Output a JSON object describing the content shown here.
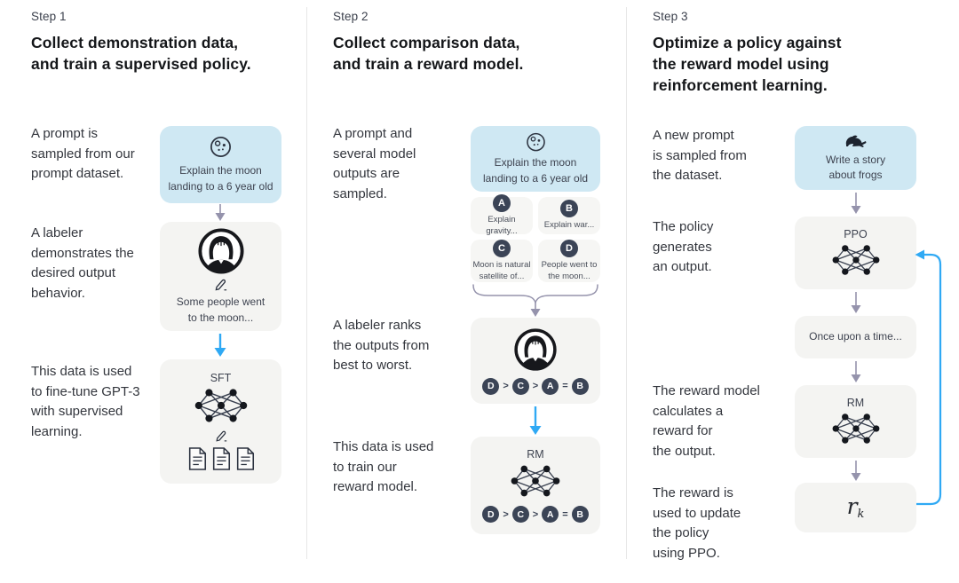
{
  "figure": {
    "steps": [
      {
        "label": "Step 1",
        "title": "Collect demonstration data,\nand train a supervised policy.",
        "annotations": [
          "A prompt is\nsampled from our\nprompt dataset.",
          "A labeler\ndemonstrates the\ndesired output\nbehavior.",
          "This data is used\nto fine-tune GPT-3\nwith supervised\nlearning."
        ],
        "prompt_box": "Explain the moon\nlanding to a 6 year old",
        "demo_box": "Some people went\nto the moon...",
        "model_label": "SFT"
      },
      {
        "label": "Step 2",
        "title": "Collect comparison data,\nand train a reward model.",
        "annotations": [
          "A prompt and\nseveral model\noutputs are\nsampled.",
          "A labeler ranks\nthe outputs from\nbest to worst.",
          "This data is used\nto train our\nreward model."
        ],
        "prompt_box": "Explain the moon\nlanding to a 6 year old",
        "outputs": [
          {
            "letter": "A",
            "text": "Explain gravity..."
          },
          {
            "letter": "B",
            "text": "Explain war..."
          },
          {
            "letter": "C",
            "text": "Moon is natural\nsatellite of..."
          },
          {
            "letter": "D",
            "text": "People went to\nthe moon..."
          }
        ],
        "ranking": [
          "D",
          ">",
          "C",
          ">",
          "A",
          "=",
          "B"
        ],
        "model_label": "RM"
      },
      {
        "label": "Step 3",
        "title": "Optimize a policy against\nthe reward model using\nreinforcement learning.",
        "annotations": [
          "A new prompt\nis sampled from\nthe dataset.",
          "The policy\ngenerates\nan output.",
          "The reward model\ncalculates a\nreward for\nthe output.",
          "The reward is\nused to update\nthe policy\nusing PPO."
        ],
        "prompt_box": "Write a story\nabout frogs",
        "policy_label": "PPO",
        "output_box": "Once upon a time...",
        "model_label": "RM",
        "reward_base": "r",
        "reward_sub": "k"
      }
    ],
    "colors": {
      "prompt_box_bg": "#cfe8f3",
      "model_box_bg": "#f4f4f2",
      "arrow_gray": "#9593ac",
      "arrow_blue": "#2fa9f4",
      "badge_dark": "#3b4456"
    }
  }
}
